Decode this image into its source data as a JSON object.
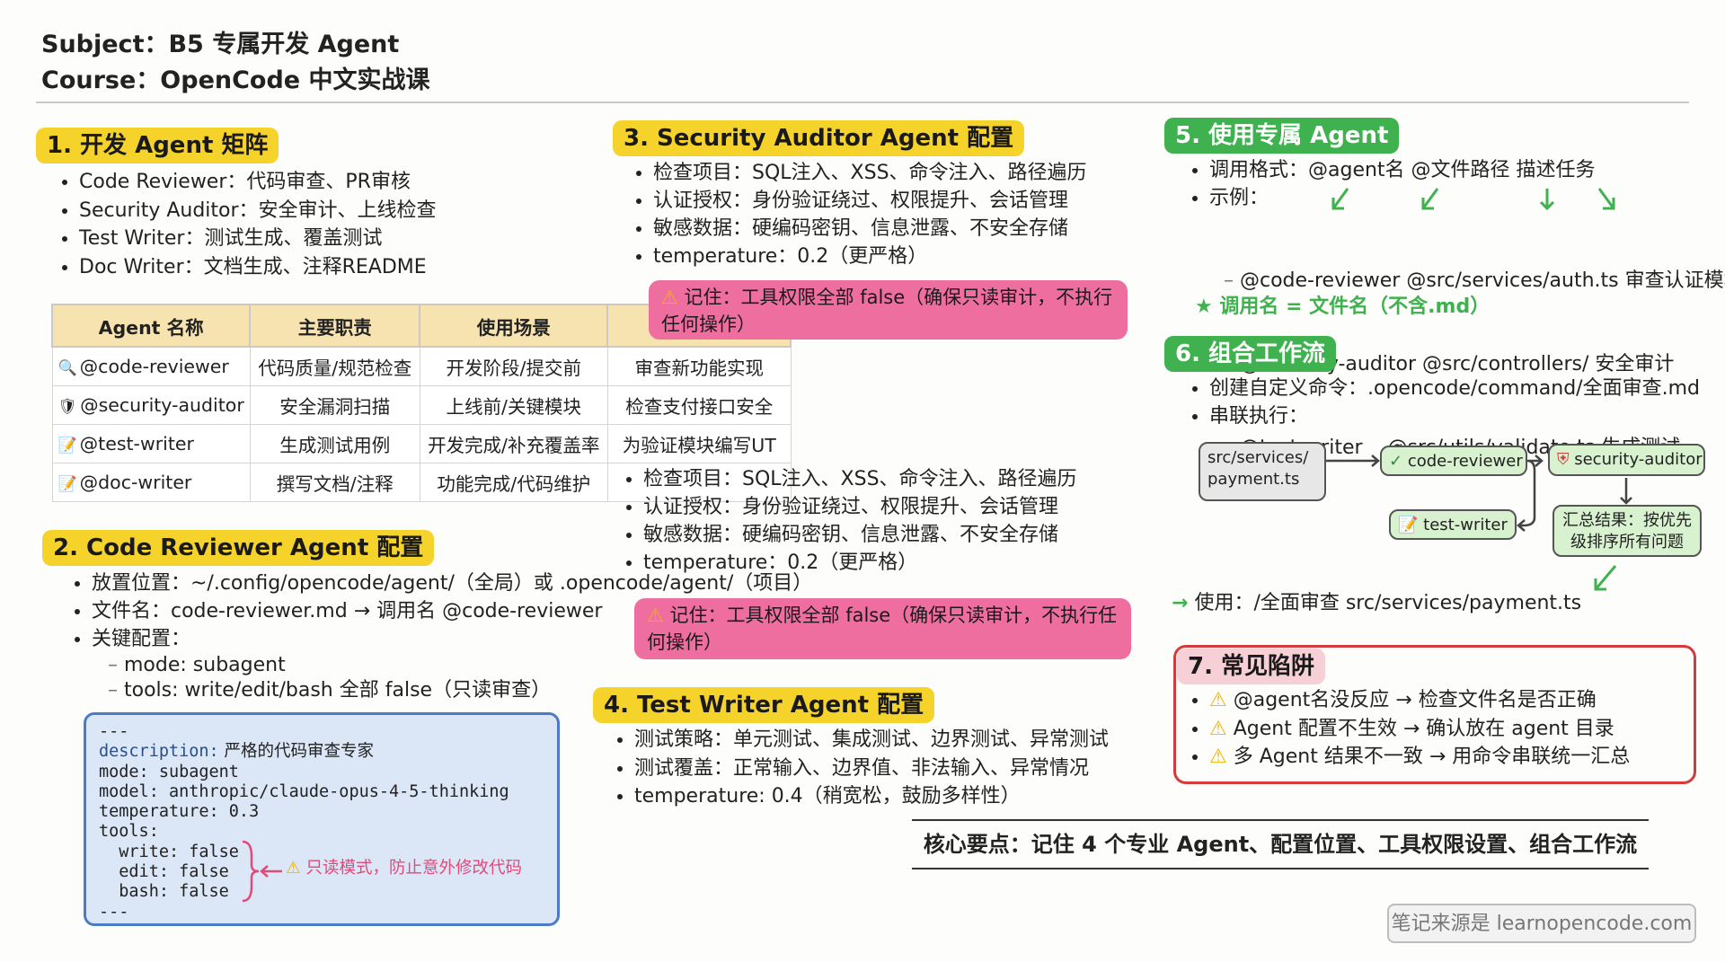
{
  "header": {
    "subject": "Subject：B5 专属开发 Agent",
    "course": "Course：OpenCode 中文实战课"
  },
  "section1": {
    "title": "1. 开发 Agent 矩阵",
    "items": [
      "Code Reviewer：代码审查、PR审核",
      "Security Auditor：安全审计、上线检查",
      "Test Writer：测试生成、覆盖测试",
      "Doc Writer：文档生成、注释README"
    ],
    "table": {
      "headers": [
        "Agent 名称",
        "主要职责",
        "使用场景",
        ""
      ],
      "rows": [
        {
          "icon": "🔍",
          "name": "@code-reviewer",
          "duty": "代码质量/规范检查",
          "scene": "开发阶段/提交前",
          "example": "审查新功能实现"
        },
        {
          "icon": "🛡",
          "name": "@security-auditor",
          "duty": "安全漏洞扫描",
          "scene": "上线前/关键模块",
          "example": "检查支付接口安全"
        },
        {
          "icon": "📝",
          "name": "@test-writer",
          "duty": "生成测试用例",
          "scene": "开发完成/补充覆盖率",
          "example": "为验证模块编写UT"
        },
        {
          "icon": "📝",
          "name": "@doc-writer",
          "duty": "撰写文档/注释",
          "scene": "功能完成/代码维护",
          "example": ""
        }
      ]
    }
  },
  "section2": {
    "title": "2. Code Reviewer Agent 配置",
    "items": [
      "放置位置：~/.config/opencode/agent/（全局）或 .opencode/agent/（项目）",
      "文件名：code-reviewer.md → 调用名 @code-reviewer",
      "关键配置："
    ],
    "subitems": [
      "mode: subagent",
      "tools: write/edit/bash 全部 false（只读审查）"
    ],
    "code": {
      "sep": "---",
      "description_key": "description:",
      "description_val": " 严格的代码审查专家",
      "mode": "mode: subagent",
      "model": "model: anthropic/claude-opus-4-5-thinking",
      "temperature": "temperature: 0.3",
      "tools": "tools:",
      "write": "  write: false",
      "edit": "  edit: false",
      "bash": "  bash: false",
      "annotation": "只读模式，防止意外修改代码"
    }
  },
  "section3": {
    "title": "3. Security Auditor Agent 配置",
    "items": [
      "检查项目：SQL注入、XSS、命令注入、路径遍历",
      "认证授权：身份验证绕过、权限提升、会话管理",
      "敏感数据：硬编码密钥、信息泄露、不安全存储",
      "temperature：0.2（更严格）"
    ],
    "callout": "记住：工具权限全部 false（确保只读审计，不执行任何操作）",
    "items_repeat": [
      "检查项目：SQL注入、XSS、命令注入、路径遍历",
      "认证授权：身份验证绕过、权限提升、会话管理",
      "敏感数据：硬编码密钥、信息泄露、不安全存储",
      "temperature：0.2（更严格）"
    ],
    "callout_repeat": "记住：工具权限全部 false（确保只读审计，不执行任何操作）"
  },
  "section4": {
    "title": "4. Test Writer Agent 配置",
    "items": [
      "测试策略：单元测试、集成测试、边界测试、异常测试",
      "测试覆盖：正常输入、边界值、非法输入、异常情况",
      "temperature: 0.4（稍宽松，鼓励多样性）"
    ]
  },
  "section5": {
    "title": "5. 使用专属 Agent",
    "items": [
      "调用格式：@agent名 @文件路径 描述任务",
      "示例："
    ],
    "examples": [
      "@code-reviewer @src/services/auth.ts 审查认证模块",
      "@security-auditor @src/controllers/ 安全审计",
      "@test-writer    @src/utils/validate.ts 生成测试"
    ],
    "tip": "调用名 = 文件名（不含.md）"
  },
  "section6": {
    "title": "6. 组合工作流",
    "items": [
      "创建自定义命令：.opencode/command/全面审查.md",
      "串联执行："
    ],
    "flow": {
      "source": "src/services/\npayment.ts",
      "reviewer": "code-reviewer",
      "tester": "test-writer",
      "auditor": "security-auditor",
      "result": "汇总结果：按优先\n级排序所有问题"
    },
    "usage": "使用：/全面审查 src/services/payment.ts"
  },
  "section7": {
    "title": "7. 常见陷阱",
    "items": [
      "@agent名没反应 → 检查文件名是否正确",
      "Agent 配置不生效 → 确认放在 agent 目录",
      "多 Agent 结果不一致 → 用命令串联统一汇总"
    ]
  },
  "summary": "核心要点：记住 4 个专业 Agent、配置位置、工具权限设置、组合工作流",
  "footer": "笔记来源是 learnopencode.com",
  "colors": {
    "yellow": "#f6d32b",
    "green": "#3fb24f",
    "pink": "#ee6f9f",
    "red": "#d43b3b",
    "code_border": "#4a7bc4"
  }
}
